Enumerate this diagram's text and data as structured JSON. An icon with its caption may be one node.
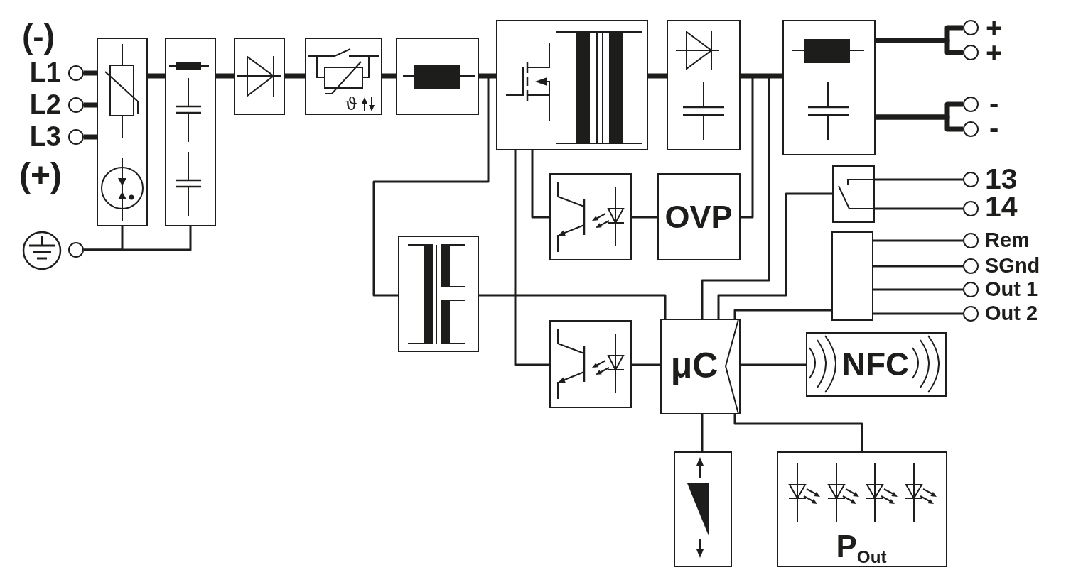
{
  "diagram": {
    "nodes": [
      {
        "text": [],
        "shape": "circle",
        "beside": [
          "L1"
        ]
      },
      {
        "text": [],
        "shape": "circle",
        "beside": [
          "L2"
        ]
      },
      {
        "text": [],
        "shape": "circle",
        "beside": [
          "L3"
        ]
      },
      {
        "text": [],
        "shape": "circle"
      },
      {
        "text": [],
        "shape": "box"
      },
      {
        "text": [],
        "shape": "box"
      },
      {
        "text": [],
        "shape": "box"
      },
      {
        "text": [
          "ϑ"
        ]
      },
      {
        "text": [],
        "shape": "box"
      },
      {
        "text": [],
        "shape": "box"
      },
      {
        "text": [],
        "shape": "box"
      },
      {
        "text": [],
        "shape": "box"
      },
      {
        "text": [],
        "shape": "circle",
        "beside": [
          "+"
        ]
      },
      {
        "text": [],
        "shape": "circle",
        "beside": [
          "+"
        ]
      },
      {
        "text": [],
        "shape": "circle",
        "beside": [
          "-"
        ]
      },
      {
        "text": [],
        "shape": "circle",
        "beside": [
          "-"
        ]
      },
      {
        "text": [],
        "shape": "box"
      },
      {
        "text": [],
        "shape": "circle",
        "beside": [
          "13"
        ]
      },
      {
        "text": [],
        "shape": "circle",
        "beside": [
          "14"
        ]
      },
      {
        "text": [],
        "shape": "box"
      },
      {
        "text": [
          "OVP"
        ]
      },
      {
        "text": [],
        "shape": "box"
      },
      {
        "text": [],
        "shape": "box"
      },
      {
        "text": [],
        "shape": "circle",
        "beside": [
          "Rem"
        ]
      },
      {
        "text": [],
        "shape": "circle",
        "beside": [
          "SGnd"
        ]
      },
      {
        "text": [],
        "shape": "circle",
        "beside": [
          "Out 1"
        ]
      },
      {
        "text": [],
        "shape": "circle",
        "beside": [
          "Out 2"
        ]
      },
      {
        "text": [],
        "shape": "box"
      },
      {
        "text": [
          "μC"
        ]
      },
      {
        "text": [
          "NFC"
        ]
      },
      {
        "text": [],
        "shape": "box"
      },
      {
        "text": [
          "P$_{Out}$"
        ]
      }
    ],
    "edges": [
      {
        "from": 0,
        "to": 4,
        "arrow": "none",
        "style": "thick"
      },
      {
        "from": 1,
        "to": 4,
        "arrow": "none",
        "style": "thick"
      },
      {
        "from": 2,
        "to": 4,
        "arrow": "none",
        "style": "thick"
      },
      {
        "from": 3,
        "to": 4,
        "arrow": "none"
      },
      {
        "from": 3,
        "to": 5,
        "arrow": "none"
      },
      {
        "from": 4,
        "to": 5,
        "arrow": "none",
        "style": "thick"
      },
      {
        "from": 5,
        "to": 6,
        "arrow": "none",
        "style": "thick"
      },
      {
        "from": 6,
        "to": 7,
        "arrow": "none",
        "style": "thick"
      },
      {
        "from": 7,
        "to": 8,
        "arrow": "none",
        "style": "thick"
      },
      {
        "from": 8,
        "to": 9,
        "arrow": "none",
        "style": "thick"
      },
      {
        "from": 8,
        "to": 21,
        "arrow": "none"
      },
      {
        "from": 9,
        "to": 10,
        "arrow": "none",
        "style": "thick"
      },
      {
        "from": 10,
        "to": 11,
        "arrow": "none",
        "style": "thick"
      },
      {
        "from": 11,
        "to": 12,
        "arrow": "none",
        "style": "thick"
      },
      {
        "from": 11,
        "to": 13,
        "arrow": "none",
        "style": "thick"
      },
      {
        "from": 11,
        "to": 14,
        "arrow": "none",
        "style": "thick"
      },
      {
        "from": 11,
        "to": 15,
        "arrow": "none",
        "style": "thick"
      },
      {
        "from": 9,
        "to": 19,
        "arrow": "none"
      },
      {
        "from": 9,
        "to": 27,
        "arrow": "none"
      },
      {
        "from": 19,
        "to": 20,
        "arrow": "none"
      },
      {
        "from": 10,
        "to": 20,
        "arrow": "none"
      },
      {
        "from": 10,
        "to": 28,
        "arrow": "none"
      },
      {
        "from": 21,
        "to": 28,
        "arrow": "none"
      },
      {
        "from": 16,
        "to": 28,
        "arrow": "none"
      },
      {
        "from": 22,
        "to": 28,
        "arrow": "none"
      },
      {
        "from": 16,
        "to": 17,
        "arrow": "none"
      },
      {
        "from": 16,
        "to": 18,
        "arrow": "none"
      },
      {
        "from": 22,
        "to": 23,
        "arrow": "none"
      },
      {
        "from": 22,
        "to": 24,
        "arrow": "none"
      },
      {
        "from": 22,
        "to": 25,
        "arrow": "none"
      },
      {
        "from": 22,
        "to": 26,
        "arrow": "none"
      },
      {
        "from": 27,
        "to": 28,
        "arrow": "none"
      },
      {
        "from": 28,
        "to": 29,
        "arrow": "none"
      },
      {
        "from": 28,
        "to": 30,
        "arrow": "none"
      },
      {
        "from": 28,
        "to": 31,
        "arrow": "none"
      }
    ],
    "labels": [
      "(-)",
      "(+)"
    ]
  }
}
